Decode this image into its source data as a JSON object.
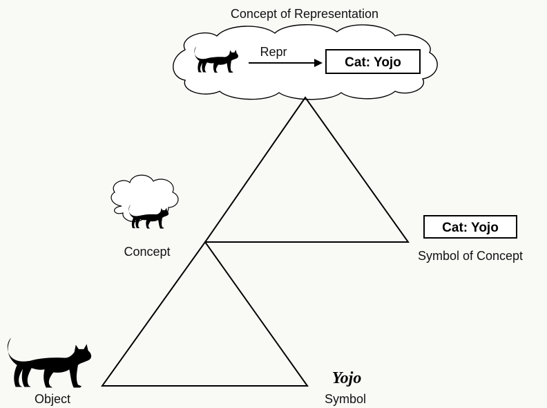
{
  "diagram": {
    "title": "Concept of Representation",
    "arrow_label": "Repr",
    "cloud_box_label": "Cat: Yojo",
    "symbol_of_concept_box_label": "Cat: Yojo",
    "concept_label": "Concept",
    "symbol_of_concept_label": "Symbol of Concept",
    "object_label": "Object",
    "symbol_word": "Yojo",
    "symbol_label": "Symbol"
  },
  "icons": {
    "cat": "cat-silhouette-icon",
    "thought_bubble": "thought-bubble-icon"
  },
  "colors": {
    "ink": "#000000",
    "background": "#f9f9f6"
  }
}
